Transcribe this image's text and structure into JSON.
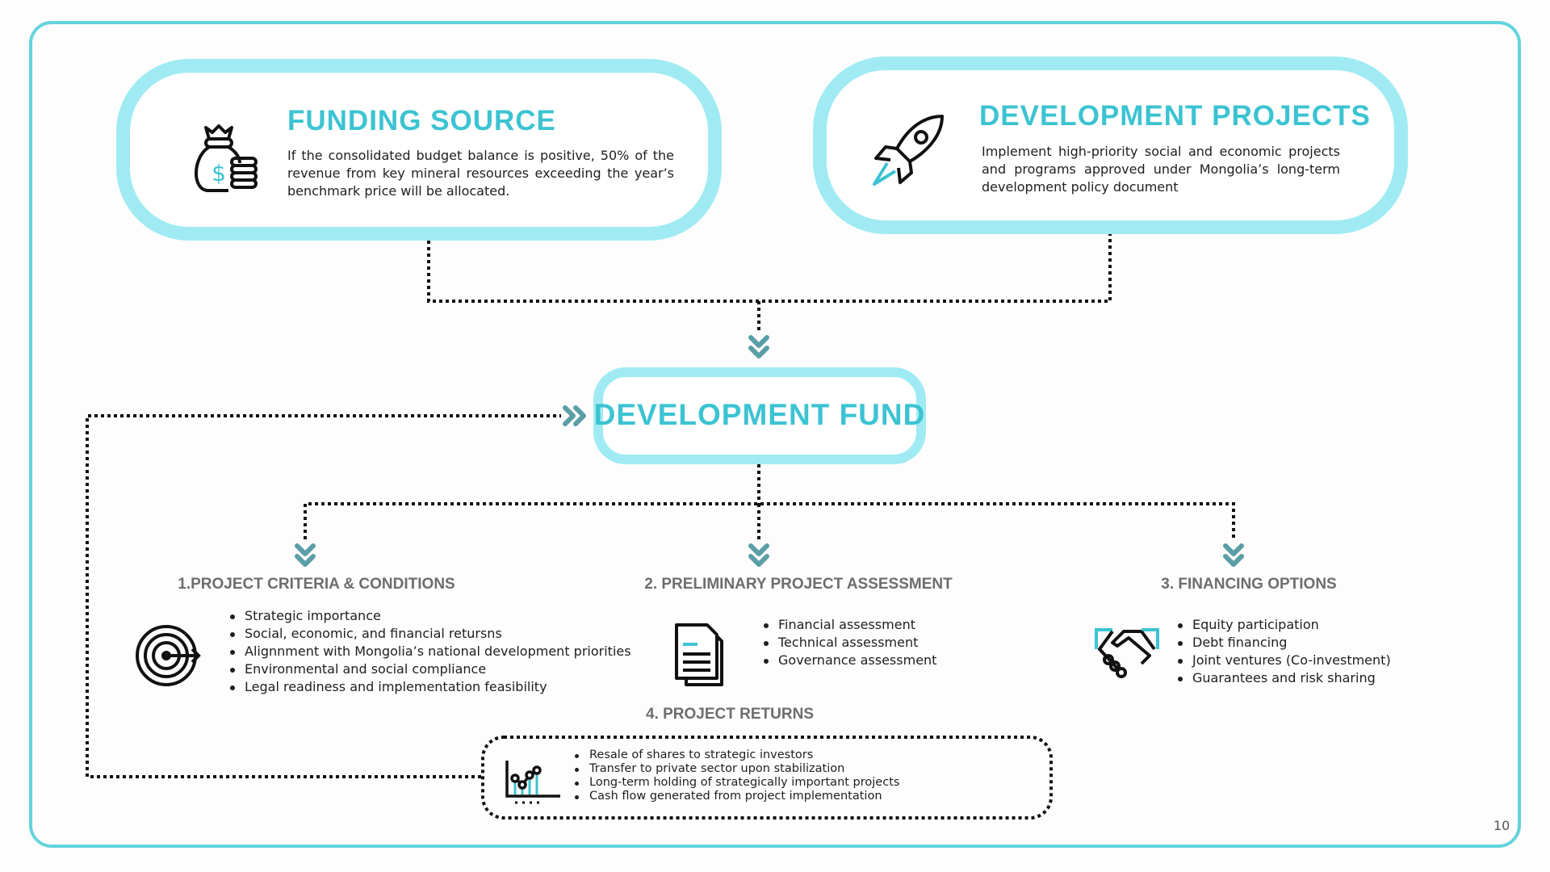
{
  "funding_source": {
    "title": "FUNDING SOURCE",
    "text": "If the consolidated budget balance is positive, 50% of the revenue from key mineral resources exceeding the year’s benchmark price will be allocated."
  },
  "development_projects": {
    "title": "DEVELOPMENT PROJECTS",
    "text": "Implement high-priority social and economic projects and programs approved under Mongolia’s long-term development policy document"
  },
  "development_fund": {
    "title": "DEVELOPMENT FUND"
  },
  "criteria": {
    "heading": "1.PROJECT CRITERIA & CONDITIONS",
    "items": [
      "Strategic importance",
      "Social, economic, and financial retursns",
      "Alignnment with Mongolia’s national development priorities",
      "Environmental and social compliance",
      "Legal readiness and implementation feasibility"
    ]
  },
  "assessment": {
    "heading": "2. PRELIMINARY PROJECT ASSESSMENT",
    "items": [
      "Financial assessment",
      "Technical assessment",
      "Governance assessment"
    ]
  },
  "financing": {
    "heading": "3. FINANCING OPTIONS",
    "items": [
      "Equity participation",
      "Debt financing",
      "Joint ventures (Co-investment)",
      "Guarantees and risk sharing"
    ]
  },
  "returns": {
    "heading": "4. PROJECT RETURNS",
    "items": [
      "Resale of shares to strategic investors",
      "Transfer to private sector upon stabilization",
      "Long-term holding of strategically important projects",
      "Cash flow generated from project implementation"
    ]
  },
  "page_number": "10",
  "colors": {
    "accent": "#3cc3d2",
    "border": "#a0ebf3",
    "chevron": "#5a9ea6",
    "frame": "#63d3dc"
  }
}
